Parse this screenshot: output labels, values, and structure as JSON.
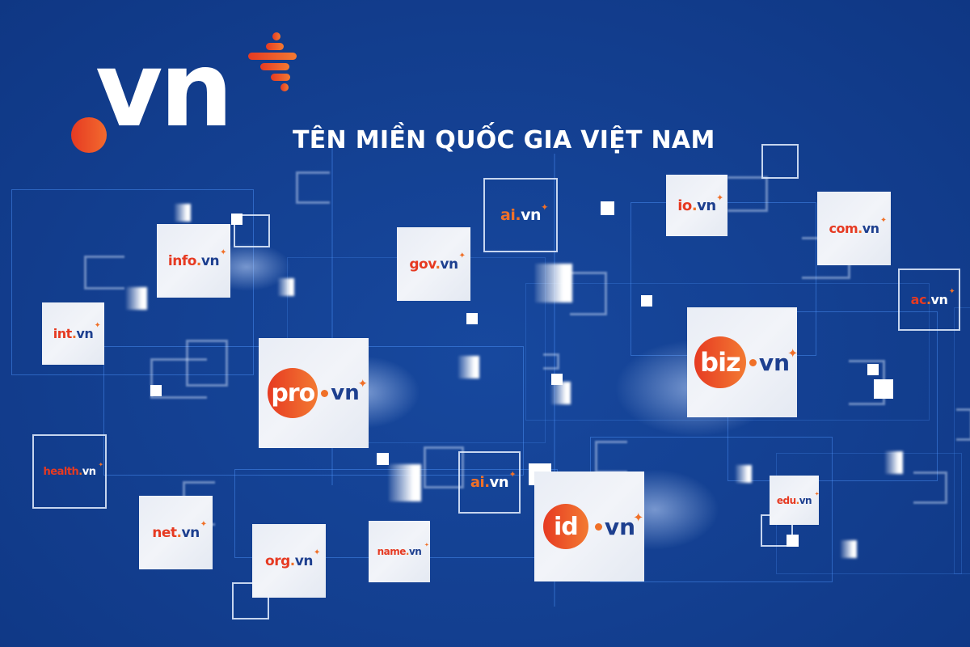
{
  "brand": {
    "logo_text": "vn",
    "tagline": "TÊN MIỀN QUỐC GIA VIỆT NAM",
    "colors": {
      "background": "#133f90",
      "orange": "#f07028",
      "red": "#e63a22",
      "navy": "#1d3f8f",
      "card": "#eef1f7"
    }
  },
  "domains": {
    "info": {
      "name": "info",
      "ext": "vn"
    },
    "gov": {
      "name": "gov",
      "ext": "vn"
    },
    "ai_top": {
      "name": "ai",
      "ext": "vn"
    },
    "io": {
      "name": "io",
      "ext": "vn"
    },
    "com": {
      "name": "com",
      "ext": "vn"
    },
    "ac": {
      "name": "ac",
      "ext": "vn"
    },
    "int": {
      "name": "int",
      "ext": "vn"
    },
    "pro": {
      "name": "pro",
      "ext": "vn"
    },
    "biz": {
      "name": "biz",
      "ext": "vn"
    },
    "health": {
      "name": "health",
      "ext": "vn"
    },
    "ai_bottom": {
      "name": "ai",
      "ext": "vn"
    },
    "id": {
      "name": "id",
      "ext": "vn"
    },
    "edu": {
      "name": "edu",
      "ext": "vn"
    },
    "net": {
      "name": "net",
      "ext": "vn"
    },
    "org": {
      "name": "org",
      "ext": "vn"
    },
    "name": {
      "name": "name",
      "ext": "vn"
    }
  },
  "symbols": {
    "dot": ".",
    "star": "✦"
  }
}
